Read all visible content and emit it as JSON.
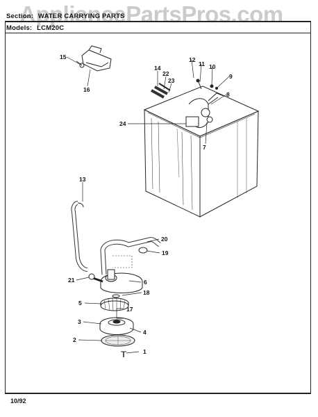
{
  "header": {
    "section_label": "Section:",
    "section_value": "WATER CARRYING PARTS",
    "models_label": "Models:",
    "models_value": "LCM20C"
  },
  "watermark": "AppliancePartsPros.com",
  "footer": {
    "date": "10/92"
  },
  "callouts": [
    "1",
    "2",
    "3",
    "4",
    "5",
    "6",
    "7",
    "8",
    "9",
    "10",
    "11",
    "12",
    "13",
    "14",
    "15",
    "16",
    "17",
    "18",
    "19",
    "20",
    "21",
    "22",
    "23",
    "24"
  ]
}
